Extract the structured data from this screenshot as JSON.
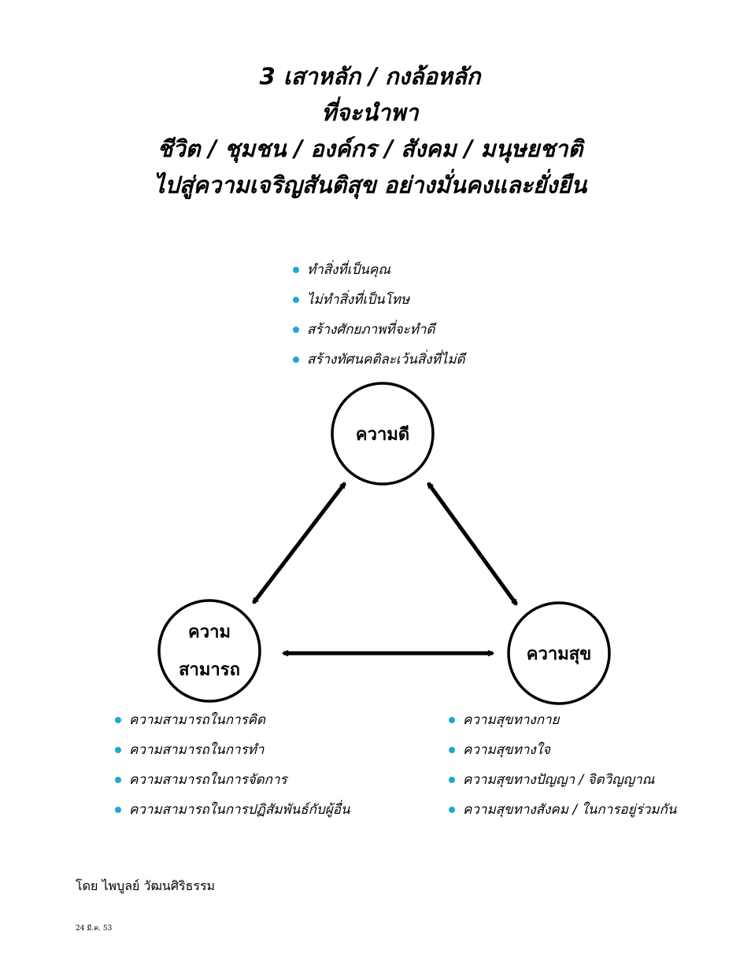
{
  "title_lines": [
    "3 เสาหลัก / กงล้อหลัก",
    "ที่จะนำพา",
    "ชีวิต / ชุมชน / องค์กร / สังคม / มนุษยชาติ",
    "ไปสู่ความเจริญสันติสุข อย่างมั่นคงและยั่งยืน"
  ],
  "nodes": {
    "top": {
      "label_lines": [
        "ความดี"
      ]
    },
    "left": {
      "label_lines": [
        "ความ",
        "สามารถ"
      ]
    },
    "right": {
      "label_lines": [
        "ความสุข"
      ]
    }
  },
  "lists": {
    "top": [
      "ทำสิ่งที่เป็นคุณ",
      "ไม่ทำสิ่งที่เป็นโทษ",
      "สร้างศักยภาพที่จะทำดี",
      "สร้างทัศนคติละเว้นสิ่งที่ไม่ดี"
    ],
    "left": [
      "ความสามารถในการคิด",
      "ความสามารถในการทำ",
      "ความสามารถในการจัดการ",
      "ความสามารถในการปฏิสัมพันธ์กับผู้อื่น"
    ],
    "right": [
      "ความสุขทางกาย",
      "ความสุขทางใจ",
      "ความสุขทางปัญญา / จิตวิญญาณ",
      "ความสุขทางสังคม / ในการอยู่ร่วมกัน"
    ]
  },
  "author": "โดย ไพบูลย์ วัฒนศิริธรรม",
  "date": "24 มี.ค. 53",
  "colors": {
    "bullet": "#1fa6d4",
    "stroke": "#000000"
  }
}
